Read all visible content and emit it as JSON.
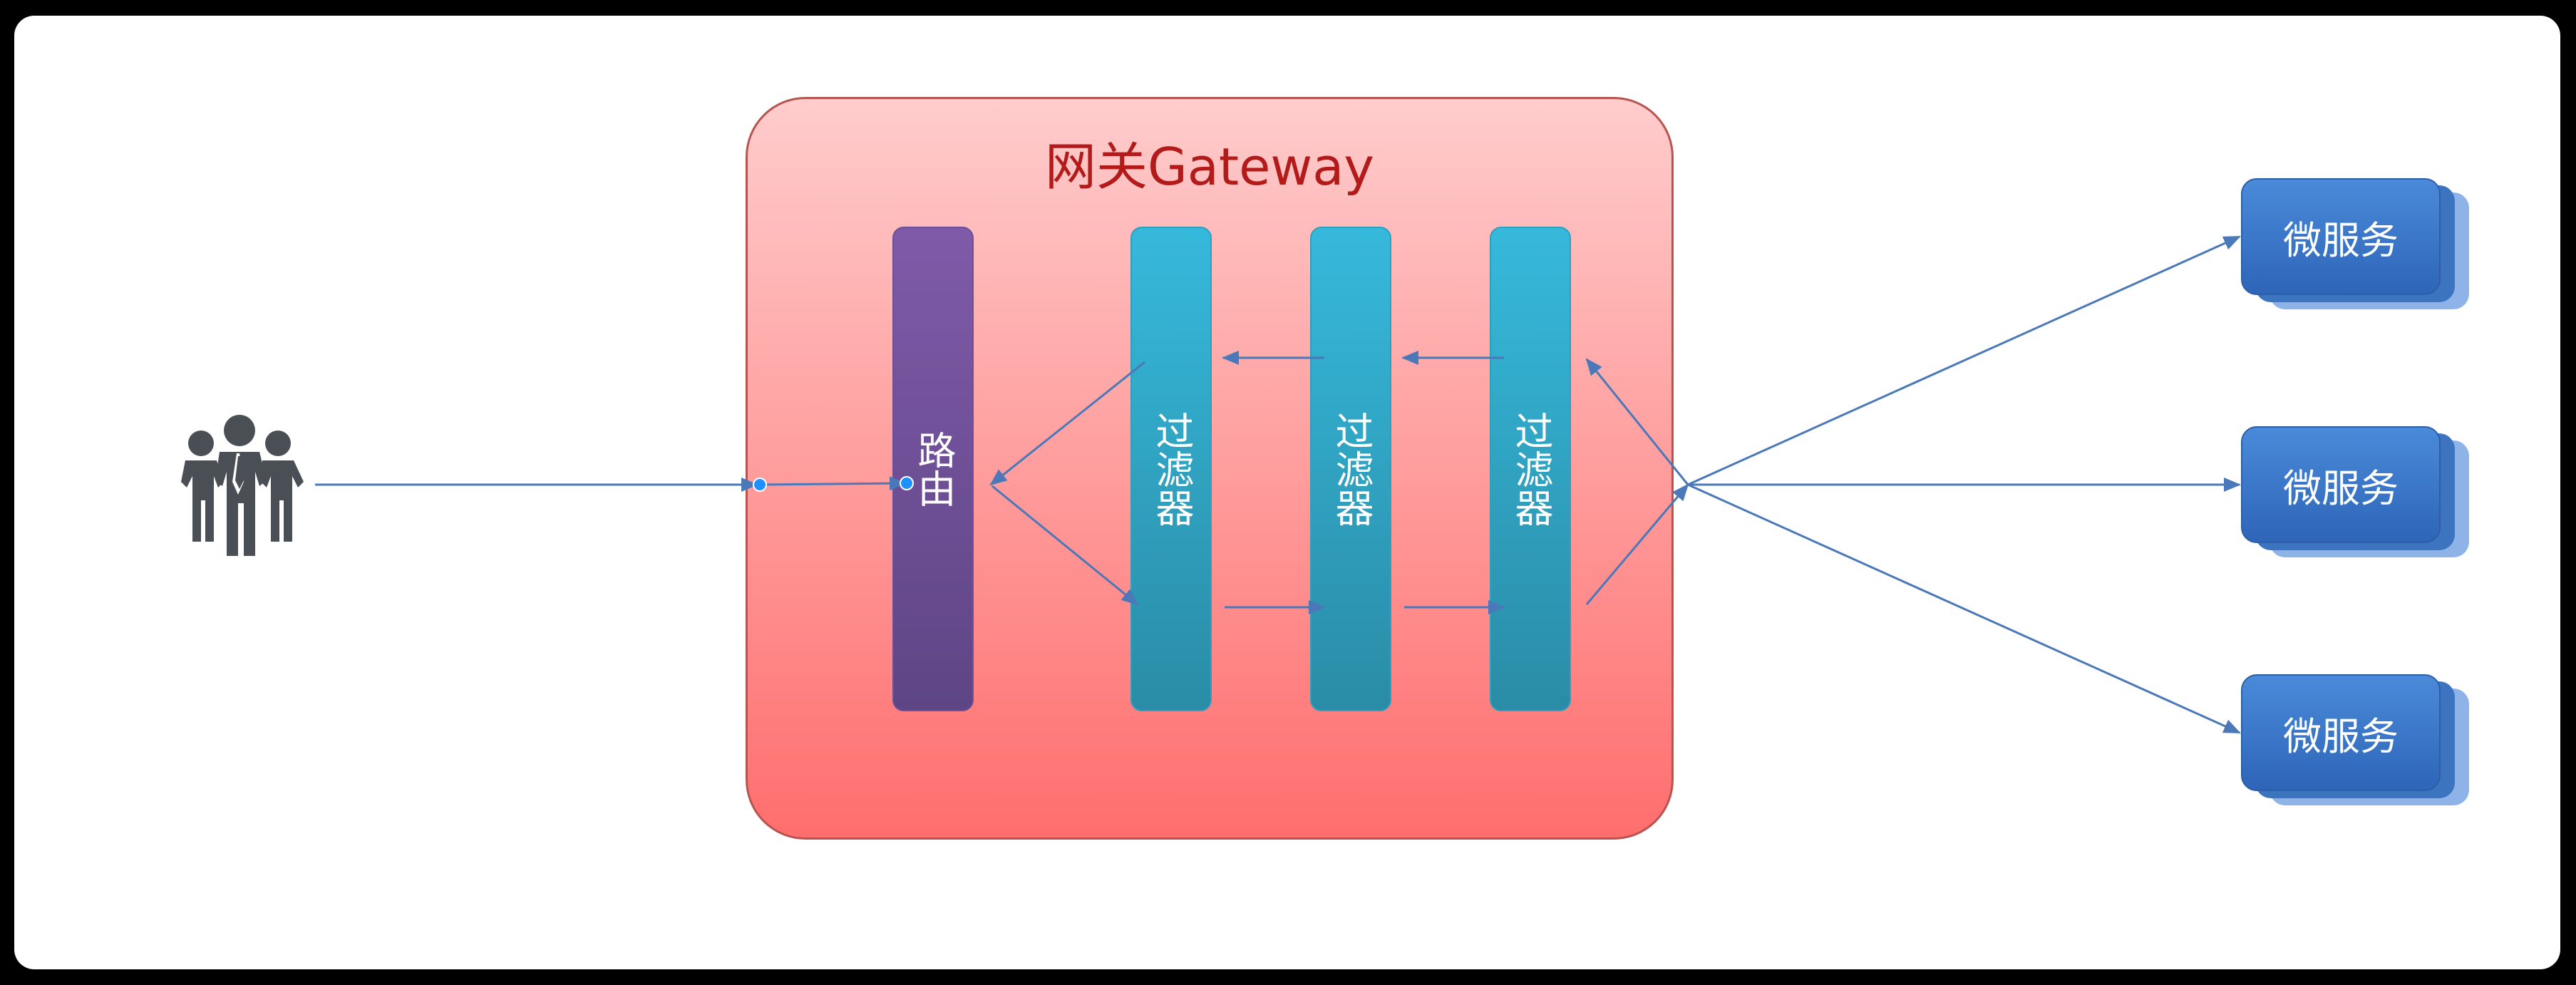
{
  "gateway": {
    "title": "网关Gateway",
    "route_label": "路由",
    "filters": [
      "过滤器",
      "过滤器",
      "过滤器"
    ]
  },
  "services": [
    "微服务",
    "微服务",
    "微服务"
  ],
  "icons": {
    "users": "users-group-icon"
  },
  "colors": {
    "gateway_border": "#b85450",
    "gateway_title": "#b31b1b",
    "route": "#7f5aa8",
    "filter": "#36b9dc",
    "service": "#3d74c0",
    "arrow": "#4a78b8",
    "users_icon": "#4a4f55"
  }
}
